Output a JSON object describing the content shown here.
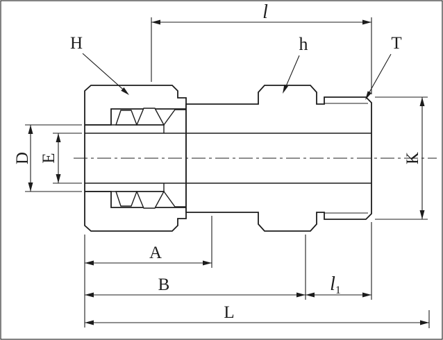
{
  "figure": {
    "line_color": "#1c1c1c",
    "background_color": "#ffffff",
    "type": "technical-dimension-drawing"
  },
  "labels": {
    "length_l": "l",
    "nut_H": "H",
    "hex_h": "h",
    "thread_T": "T",
    "dia_D": "D",
    "dia_E": "E",
    "dia_K": "K",
    "len_A": "A",
    "len_B": "B",
    "len_l1_base": "l",
    "len_l1_sub": "1",
    "len_L": "L"
  }
}
